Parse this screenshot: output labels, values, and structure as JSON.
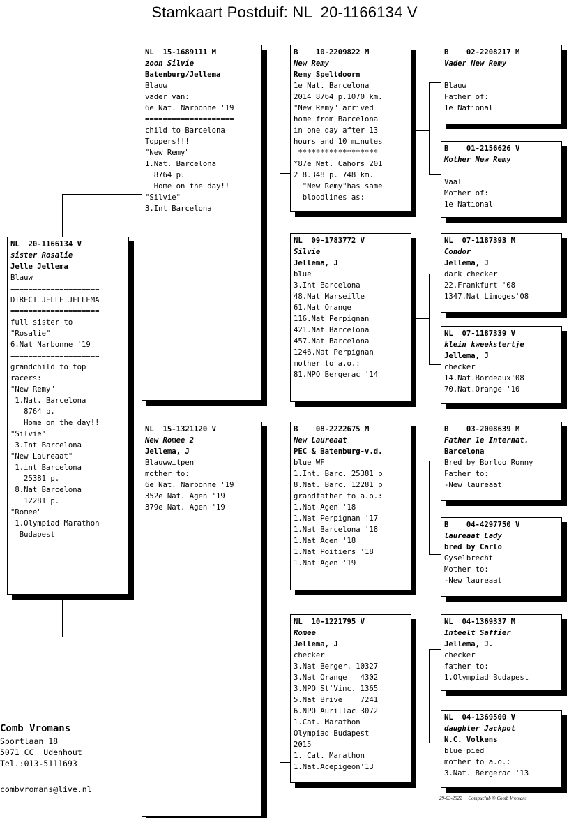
{
  "title": "Stamkaart Postduif: NL  20-1166134 V",
  "pigeons": {
    "subject": {
      "header": "NL  20-1166134 V",
      "lines": [
        {
          "t": "sister Rosalie",
          "s": "it"
        },
        {
          "t": "Jelle Jellema",
          "s": "bd"
        },
        {
          "t": "Blauw"
        },
        {
          "t": "===================="
        },
        {
          "t": "DIRECT JELLE JELLEMA"
        },
        {
          "t": "===================="
        },
        {
          "t": "full sister to"
        },
        {
          "t": "\"Rosalie\""
        },
        {
          "t": "6.Nat Narbonne '19"
        },
        {
          "t": "===================="
        },
        {
          "t": "grandchild to top"
        },
        {
          "t": "racers:"
        },
        {
          "t": "\"New Remy\""
        },
        {
          "t": " 1.Nat. Barcelona"
        },
        {
          "t": "   8764 p."
        },
        {
          "t": "   Home on the day!!"
        },
        {
          "t": "\"Silvie\""
        },
        {
          "t": " 3.Int Barcelona"
        },
        {
          "t": "\"New Laureaat\""
        },
        {
          "t": " 1.int Barcelona"
        },
        {
          "t": "   25381 p."
        },
        {
          "t": " 8.Nat Barcelona"
        },
        {
          "t": "   12281 p."
        },
        {
          "t": "\"Romee\""
        },
        {
          "t": " 1.Olympiad Marathon"
        },
        {
          "t": "  Budapest"
        }
      ]
    },
    "sire": {
      "header": "NL  15-1689111 M",
      "lines": [
        {
          "t": "zoon Silvie",
          "s": "it"
        },
        {
          "t": "Batenburg/Jellema",
          "s": "bd"
        },
        {
          "t": "Blauw"
        },
        {
          "t": "vader van:"
        },
        {
          "t": "6e Nat. Narbonne '19"
        },
        {
          "t": "===================="
        },
        {
          "t": "child to Barcelona"
        },
        {
          "t": "Toppers!!!"
        },
        {
          "t": "\"New Remy\""
        },
        {
          "t": "1.Nat. Barcelona"
        },
        {
          "t": "  8764 p."
        },
        {
          "t": "  Home on the day!!"
        },
        {
          "t": "\"Silvie\""
        },
        {
          "t": "3.Int Barcelona"
        }
      ]
    },
    "dam": {
      "header": "NL  15-1321120 V",
      "lines": [
        {
          "t": "New Romee 2",
          "s": "it"
        },
        {
          "t": "Jellema, J",
          "s": "bd"
        },
        {
          "t": "Blauwwitpen"
        },
        {
          "t": "mother to:"
        },
        {
          "t": "6e Nat. Narbonne '19"
        },
        {
          "t": "352e Nat. Agen '19"
        },
        {
          "t": "379e Nat. Agen '19"
        }
      ]
    },
    "ss": {
      "header": "B    10-2209822 M",
      "lines": [
        {
          "t": "New Remy",
          "s": "it"
        },
        {
          "t": "Remy Speltdoorn",
          "s": "bd"
        },
        {
          "t": "1e Nat. Barcelona"
        },
        {
          "t": "2014 8764 p.1070 km."
        },
        {
          "t": "\"New Remy\" arrived"
        },
        {
          "t": "home from Barcelona"
        },
        {
          "t": "in one day after 13"
        },
        {
          "t": "hours and 10 minutes"
        },
        {
          "t": " ******************"
        },
        {
          "t": "*87e Nat. Cahors 201"
        },
        {
          "t": "2 8.348 p. 748 km."
        },
        {
          "t": "  \"New Remy\"has same"
        },
        {
          "t": "  bloodlines as:"
        }
      ]
    },
    "sd": {
      "header": "NL  09-1783772 V",
      "lines": [
        {
          "t": "Silvie",
          "s": "it"
        },
        {
          "t": "Jellema, J",
          "s": "bd"
        },
        {
          "t": "blue"
        },
        {
          "t": "3.Int Barcelona"
        },
        {
          "t": "48.Nat Marseille"
        },
        {
          "t": "61.Nat Orange"
        },
        {
          "t": "116.Nat Perpignan"
        },
        {
          "t": "421.Nat Barcelona"
        },
        {
          "t": "457.Nat Barcelona"
        },
        {
          "t": "1246.Nat Perpignan"
        },
        {
          "t": "mother to a.o.:"
        },
        {
          "t": "81.NPO Bergerac '14"
        }
      ]
    },
    "ds": {
      "header": "B    08-2222675 M",
      "lines": [
        {
          "t": "New Laureaat",
          "s": "it"
        },
        {
          "t": "PEC & Batenburg-v.d.",
          "s": "bd"
        },
        {
          "t": "blue WF"
        },
        {
          "t": "1.Int. Barc. 25381 p"
        },
        {
          "t": "8.Nat. Barc. 12281 p"
        },
        {
          "t": "grandfather to a.o.:"
        },
        {
          "t": "1.Nat Agen '18"
        },
        {
          "t": "1.Nat Perpignan '17"
        },
        {
          "t": "1.Nat Barcelona '18"
        },
        {
          "t": "1.Nat Agen '18"
        },
        {
          "t": "1.Nat Poitiers '18"
        },
        {
          "t": "1.Nat Agen '19"
        }
      ]
    },
    "dd": {
      "header": "NL  10-1221795 V",
      "lines": [
        {
          "t": "Romee",
          "s": "it"
        },
        {
          "t": "Jellema, J",
          "s": "bd"
        },
        {
          "t": "checker"
        },
        {
          "t": "3.Nat Berger. 10327"
        },
        {
          "t": "3.Nat Orange   4302"
        },
        {
          "t": "3.NPO St'Vinc. 1365"
        },
        {
          "t": "5.Nat Brive    7241"
        },
        {
          "t": "6.NPO Aurillac 3072"
        },
        {
          "t": "1.Cat. Marathon"
        },
        {
          "t": "Olympiad Budapest"
        },
        {
          "t": "2015"
        },
        {
          "t": "1. Cat. Marathon"
        },
        {
          "t": "1.Nat.Acepigeon'13"
        }
      ]
    },
    "sss": {
      "header": "B    02-2208217 M",
      "lines": [
        {
          "t": "Vader New Remy",
          "s": "it"
        },
        {
          "t": ""
        },
        {
          "t": "Blauw"
        },
        {
          "t": "Father of:"
        },
        {
          "t": "1e National"
        }
      ]
    },
    "ssd": {
      "header": "B    01-2156626 V",
      "lines": [
        {
          "t": "Mother New Remy",
          "s": "it"
        },
        {
          "t": ""
        },
        {
          "t": "Vaal"
        },
        {
          "t": "Mother of:"
        },
        {
          "t": "1e National"
        }
      ]
    },
    "sds": {
      "header": "NL  07-1187393 M",
      "lines": [
        {
          "t": "Condor",
          "s": "it"
        },
        {
          "t": "Jellema, J",
          "s": "bd"
        },
        {
          "t": "dark checker"
        },
        {
          "t": "22.Frankfurt '08"
        },
        {
          "t": "1347.Nat Limoges'08"
        }
      ]
    },
    "sdd": {
      "header": "NL  07-1187339 V",
      "lines": [
        {
          "t": "klein kweekstertje",
          "s": "it"
        },
        {
          "t": "Jellema, J",
          "s": "bd"
        },
        {
          "t": "checker"
        },
        {
          "t": "14.Nat.Bordeaux'08"
        },
        {
          "t": "70.Nat.Orange '10"
        }
      ]
    },
    "dss": {
      "header": "B    03-2008639 M",
      "lines": [
        {
          "t": "Father 1e Internat.",
          "s": "it"
        },
        {
          "t": "Barcelona",
          "s": "bd"
        },
        {
          "t": "Bred by Borloo Ronny"
        },
        {
          "t": "Father to:"
        },
        {
          "t": "-New laureaat"
        }
      ]
    },
    "dsd": {
      "header": "B    04-4297750 V",
      "lines": [
        {
          "t": "laureaat Lady",
          "s": "it"
        },
        {
          "t": "bred by Carlo",
          "s": "bd"
        },
        {
          "t": "Gyselbrecht"
        },
        {
          "t": "Mother to:"
        },
        {
          "t": "-New laureaat"
        }
      ]
    },
    "dds": {
      "header": "NL  04-1369337 M",
      "lines": [
        {
          "t": "Inteelt Saffier",
          "s": "it"
        },
        {
          "t": "Jellema, J.",
          "s": "bd"
        },
        {
          "t": "checker"
        },
        {
          "t": "father to:"
        },
        {
          "t": "1.Olympiad Budapest"
        }
      ]
    },
    "ddd": {
      "header": "NL  04-1369500 V",
      "lines": [
        {
          "t": "daughter Jackpot",
          "s": "it"
        },
        {
          "t": "N.C. Volkens",
          "s": "bd"
        },
        {
          "t": "blue pied"
        },
        {
          "t": "mother to a.o.:"
        },
        {
          "t": "3.Nat. Bergerac '13"
        }
      ]
    }
  },
  "breeder": {
    "name": "Comb Vromans",
    "street": "Sportlaan 18",
    "city": "5071 CC  Udenhout",
    "phone": "Tel.:013-5111693",
    "email": "combvromans@live.nl"
  },
  "footer": {
    "date": "29-03-2022",
    "credit": "Compuclub © Comb Vromans"
  }
}
